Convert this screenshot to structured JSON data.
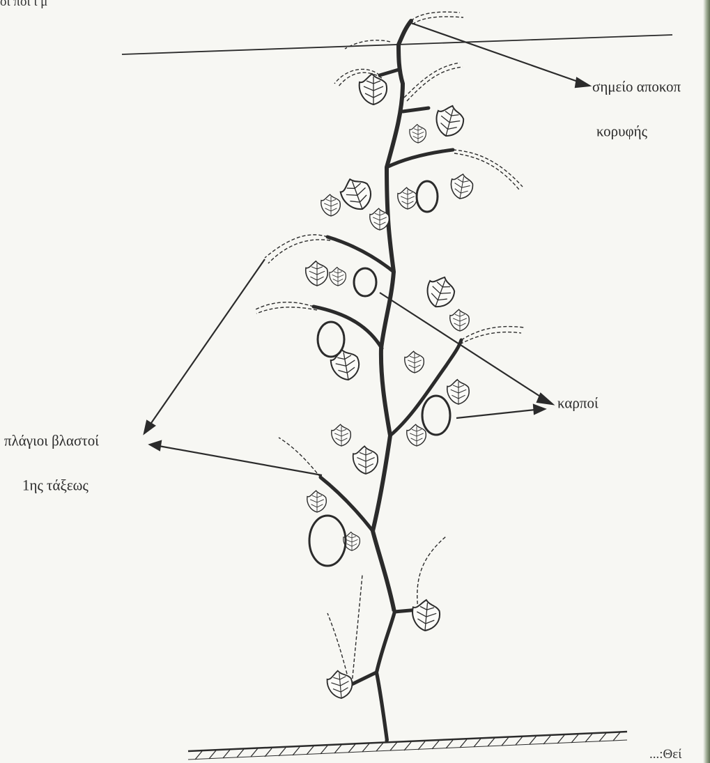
{
  "labels": {
    "top_cut_line1": "σημείο αποκοπ",
    "top_cut_line2": "κορυφής",
    "fruits": "καρποί",
    "side_shoots_line1": "πλάγιοι βλαστοί",
    "side_shoots_line2": "1ης τάξεως"
  },
  "edge_text": {
    "top_left": "οι ποι ι μ",
    "bottom_right": "...:Θεί"
  },
  "colors": {
    "ink": "#2b2b2b",
    "paper": "#f7f7f3",
    "stem": "#3a3a3a"
  }
}
